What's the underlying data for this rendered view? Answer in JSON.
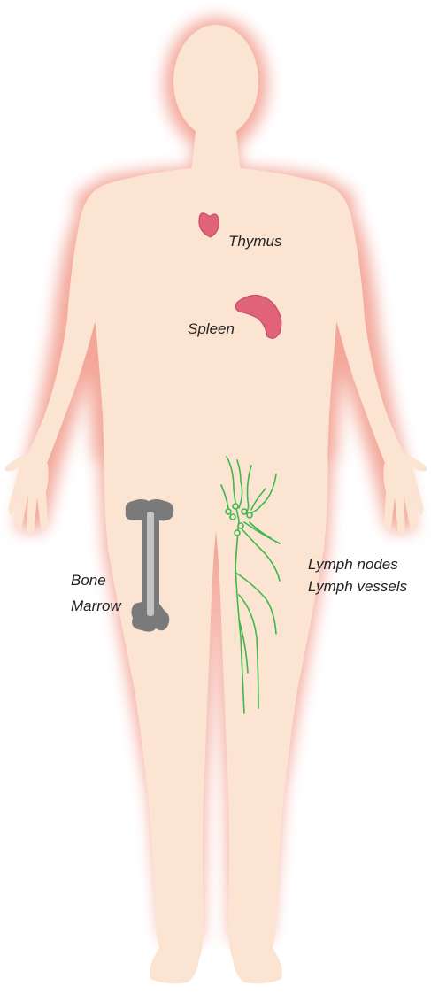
{
  "labels": {
    "thymus": "Thymus",
    "spleen": "Spleen",
    "bone_line1": "Bone",
    "bone_line2": "Marrow",
    "lymph_line1": "Lymph nodes",
    "lymph_line2": "Lymph vessels"
  },
  "colors": {
    "skin": "#FCE4D3",
    "glow": "#F08A78",
    "organ": "#E0637A",
    "organ_stroke": "#C94F66",
    "bone": "#7A7A7A",
    "bone_highlight": "#C4C4C4",
    "lymph": "#3DB84A"
  }
}
